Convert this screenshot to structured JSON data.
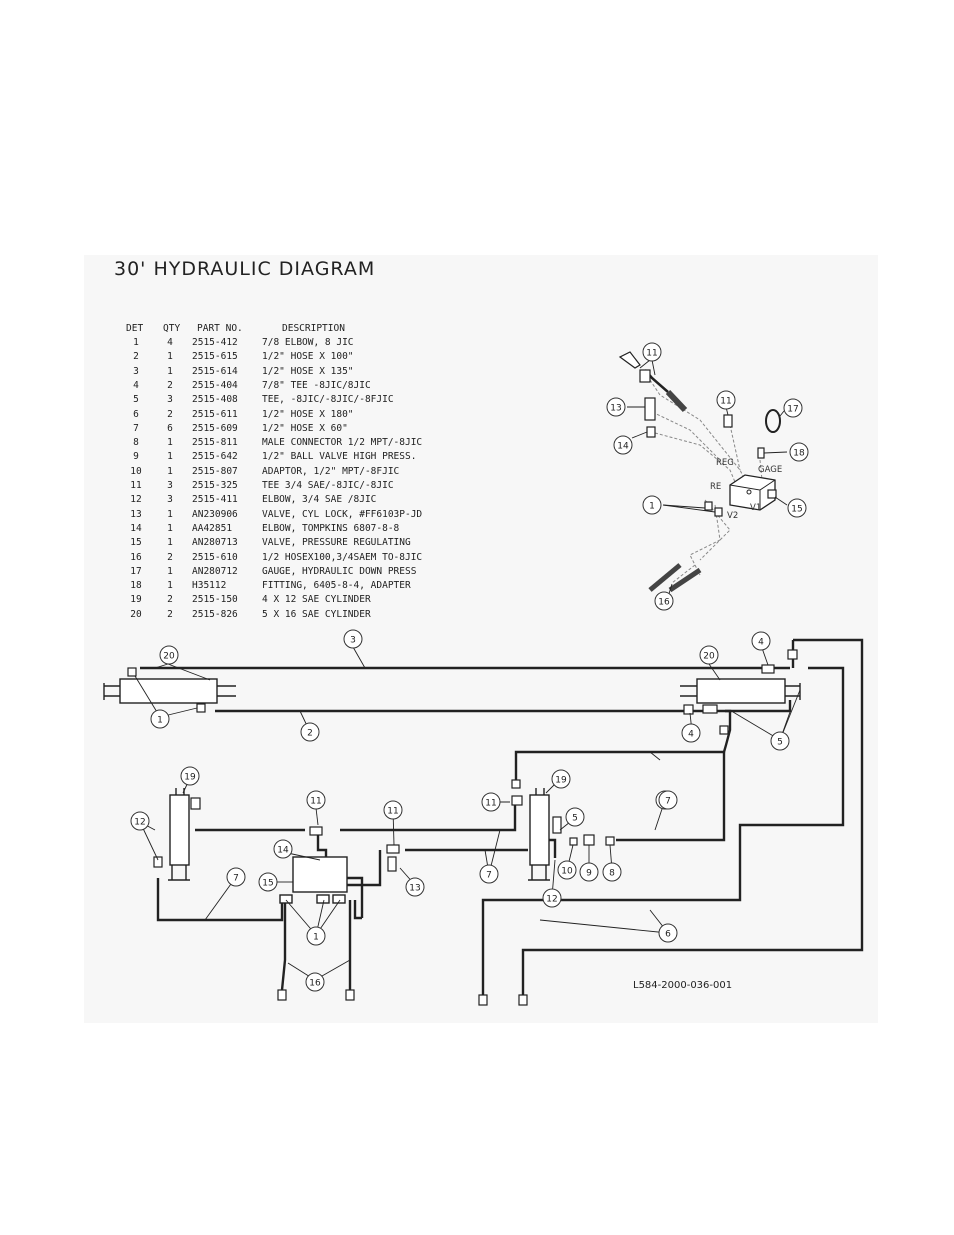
{
  "title": "30' HYDRAULIC DIAGRAM",
  "parts_table": {
    "headers": [
      "DET",
      "QTY",
      "PART NO.",
      "DESCRIPTION"
    ],
    "rows": [
      [
        "1",
        "4",
        "2515-412",
        "7/8 ELBOW, 8 JIC"
      ],
      [
        "2",
        "1",
        "2515-615",
        "1/2\" HOSE X 100\""
      ],
      [
        "3",
        "1",
        "2515-614",
        "1/2\" HOSE X 135\""
      ],
      [
        "4",
        "2",
        "2515-404",
        "7/8\" TEE -8JIC/8JIC"
      ],
      [
        "5",
        "3",
        "2515-408",
        "TEE, -8JIC/-8JIC/-8FJIC"
      ],
      [
        "6",
        "2",
        "2515-611",
        "1/2\" HOSE X 180\""
      ],
      [
        "7",
        "6",
        "2515-609",
        "1/2\" HOSE X 60\""
      ],
      [
        "8",
        "1",
        "2515-811",
        "MALE CONNECTOR 1/2 MPT/-8JIC"
      ],
      [
        "9",
        "1",
        "2515-642",
        "1/2\" BALL VALVE HIGH PRESS."
      ],
      [
        "10",
        "1",
        "2515-807",
        "ADAPTOR, 1/2\" MPT/-8FJIC"
      ],
      [
        "11",
        "3",
        "2515-325",
        "TEE 3/4 SAE/-8JIC/-8JIC"
      ],
      [
        "12",
        "3",
        "2515-411",
        "ELBOW, 3/4 SAE /8JIC"
      ],
      [
        "13",
        "1",
        "AN230906",
        "VALVE, CYL LOCK, #FF6103P-JD"
      ],
      [
        "14",
        "1",
        "AA42851",
        "ELBOW, TOMPKINS 6807-8-8"
      ],
      [
        "15",
        "1",
        "AN280713",
        "VALVE, PRESSURE REGULATING"
      ],
      [
        "16",
        "2",
        "2515-610",
        "1/2 HOSEX100,3/4SAEM TO-8JIC"
      ],
      [
        "17",
        "1",
        "AN280712",
        "GAUGE, HYDRAULIC DOWN PRESS"
      ],
      [
        "18",
        "1",
        "H35112",
        "FITTING, 6405-8-4, ADAPTER"
      ],
      [
        "19",
        "2",
        "2515-150",
        "4 X 12 SAE CYLINDER"
      ],
      [
        "20",
        "2",
        "2515-826",
        "5 X 16 SAE CYLINDER"
      ]
    ]
  },
  "valve_labels": {
    "reg": "REG",
    "gage": "GAGE",
    "re": "RE",
    "v1": "V1",
    "v2": "V2"
  },
  "callouts": [
    {
      "n": "11"
    },
    {
      "n": "13"
    },
    {
      "n": "14"
    },
    {
      "n": "11"
    },
    {
      "n": "17"
    },
    {
      "n": "18"
    },
    {
      "n": "15"
    },
    {
      "n": "1"
    },
    {
      "n": "16"
    },
    {
      "n": "20"
    },
    {
      "n": "3"
    },
    {
      "n": "20"
    },
    {
      "n": "4"
    },
    {
      "n": "1"
    },
    {
      "n": "2"
    },
    {
      "n": "4"
    },
    {
      "n": "5"
    },
    {
      "n": "19"
    },
    {
      "n": "12"
    },
    {
      "n": "11"
    },
    {
      "n": "11"
    },
    {
      "n": "11"
    },
    {
      "n": "19"
    },
    {
      "n": "7"
    },
    {
      "n": "5"
    },
    {
      "n": "7"
    },
    {
      "n": "14"
    },
    {
      "n": "15"
    },
    {
      "n": "7"
    },
    {
      "n": "13"
    },
    {
      "n": "10"
    },
    {
      "n": "9"
    },
    {
      "n": "8"
    },
    {
      "n": "12"
    },
    {
      "n": "7"
    },
    {
      "n": "1"
    },
    {
      "n": "6"
    },
    {
      "n": "16"
    }
  ],
  "drawing_number": "L584-2000-036-001"
}
